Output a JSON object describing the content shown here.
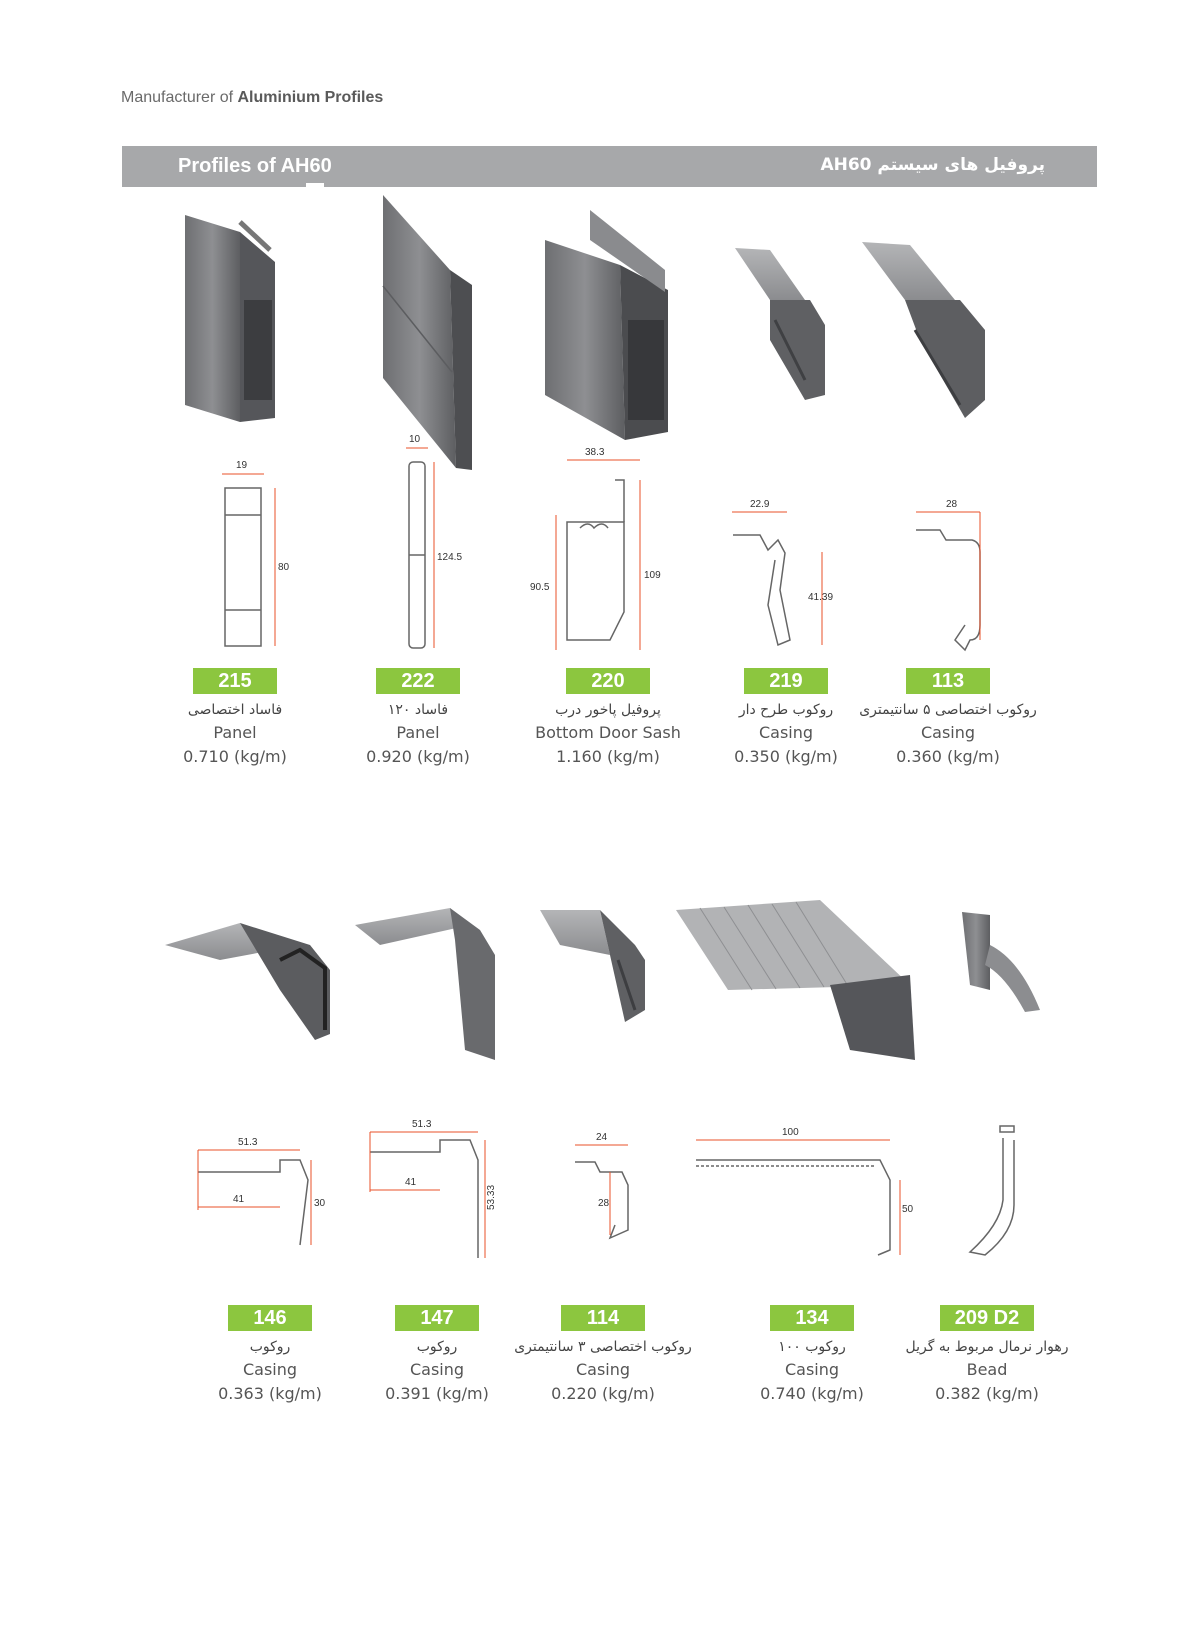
{
  "header": {
    "subtitle_prefix": "Manufacturer of ",
    "subtitle_bold": "Aluminium Profiles"
  },
  "banner": {
    "title_en": "Profiles of AH60",
    "title_fa": "پروفیل های سیستم AH60"
  },
  "colors": {
    "banner": "#a7a8aa",
    "code_badge": "#8cc63f",
    "dimension_line": "#e8512a"
  },
  "profiles": [
    {
      "code": "215",
      "name_fa": "فاساد اختصاصی",
      "name_en": "Panel",
      "weight": "0.710 (kg/m)",
      "dims": [
        "19",
        "80"
      ]
    },
    {
      "code": "222",
      "name_fa": "فاساد ۱۲۰",
      "name_en": "Panel",
      "weight": "0.920 (kg/m)",
      "dims": [
        "10",
        "124.5"
      ]
    },
    {
      "code": "220",
      "name_fa": "پروفیل پاخور درب",
      "name_en": "Bottom Door Sash",
      "weight": "1.160 (kg/m)",
      "dims": [
        "38.3",
        "90.5",
        "109"
      ]
    },
    {
      "code": "219",
      "name_fa": "روکوب طرح دار",
      "name_en": "Casing",
      "weight": "0.350 (kg/m)",
      "dims": [
        "22.9",
        "41.39"
      ]
    },
    {
      "code": "113",
      "name_fa": "روکوب اختصاصی ۵ سانتیمتری",
      "name_en": "Casing",
      "weight": "0.360 (kg/m)",
      "dims": [
        "28"
      ]
    },
    {
      "code": "146",
      "name_fa": "روکوب",
      "name_en": "Casing",
      "weight": "0.363 (kg/m)",
      "dims": [
        "51.3",
        "41",
        "30"
      ]
    },
    {
      "code": "147",
      "name_fa": "روکوب",
      "name_en": "Casing",
      "weight": "0.391 (kg/m)",
      "dims": [
        "51.3",
        "41",
        "53.33"
      ]
    },
    {
      "code": "114",
      "name_fa": "روکوب اختصاصی ۳ سانتیمتری",
      "name_en": "Casing",
      "weight": "0.220 (kg/m)",
      "dims": [
        "24",
        "28"
      ]
    },
    {
      "code": "134",
      "name_fa": "روکوب ۱۰۰",
      "name_en": "Casing",
      "weight": "0.740 (kg/m)",
      "dims": [
        "100",
        "50"
      ]
    },
    {
      "code": "209 D2",
      "name_fa": "رهوار نرمال مربوط به گریل",
      "name_en": "Bead",
      "weight": "0.382 (kg/m)",
      "dims": []
    }
  ]
}
